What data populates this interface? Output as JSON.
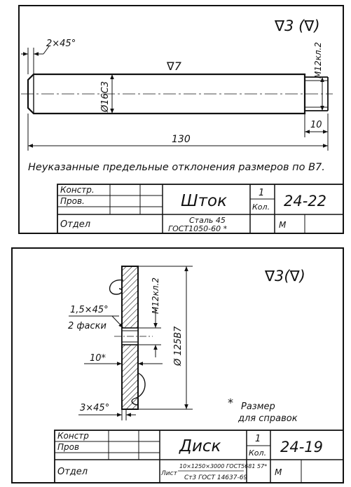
{
  "sheet1": {
    "roughness": "∇3 (∇)",
    "chamfer": "2×45°",
    "surface_mark": "∇7",
    "thread": "M12кл.2",
    "diameter": "Ø16С3",
    "thread_length": "10",
    "total_length": "130",
    "note": "Неуказанные предельные отклонения размеров по В7.",
    "title_block": {
      "konstr_label": "Констр.",
      "prov_label": "Пров.",
      "otdel_label": "Отдел",
      "name": "Шток",
      "qty_value": "1",
      "qty_label": "Кол.",
      "number": "24-22",
      "material_line1": "Сталь 45",
      "material_line2": "ГОСТ1050-60 *",
      "code": "М"
    }
  },
  "sheet2": {
    "roughness": "∇3(∇)",
    "chamfer": "1,5×45°",
    "chamfer_note": "2 фаски",
    "thread": "М12кл.2",
    "diameter": "Ø 125В7",
    "thickness": "10*",
    "chamfer2": "3×45°",
    "note_star": "*",
    "note_line1": "Размер",
    "note_line2": "для справок",
    "title_block": {
      "konstr_label": "Констр",
      "prov_label": "Пров",
      "otdel_label": "Отдел",
      "name": "Диск",
      "qty_value": "1",
      "qty_label": "Кол.",
      "number": "24-19",
      "list_label": "Лист",
      "material_line1": "10×1250×3000 ГОСТ5681 57*",
      "material_line2": "Ст3 ГОСТ 14637-69",
      "code": "М"
    }
  }
}
